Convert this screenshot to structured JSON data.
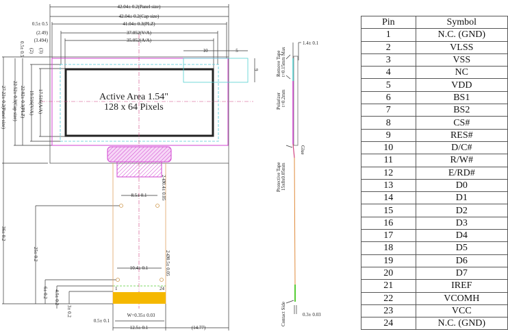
{
  "front_view": {
    "active_area_title": "Active Area 1.54\"",
    "pixels": "128 x 64 Pixels",
    "dims": {
      "panel_w": "42.04± 0.2(Panel size)",
      "cap_w": "42.04± 0.2(Cap size)",
      "plz_w": "41.04± 0.3(PLZ)",
      "va_w": "37.052(V/A)",
      "aa_w": "35.052(A/A)",
      "off_05": "0.5± 0.5",
      "off_249": "(2.49)",
      "off_3494": "(3.494)",
      "tape_10": "10",
      "tape_5": "5",
      "tape_9": "9",
      "v_off_05": "0.5± 0.5",
      "v_2": "(2)",
      "v_3": "(3)",
      "panel_h": "27.22± 0.2(Panel size)",
      "cap_h": "22.52± 0.3(Cap size)",
      "plz_h": "22.02± 0.3(PLZ)",
      "va_h": "19.516(V/A)",
      "aa_h": "17.516(A/A)",
      "total_h": "36± 0.2",
      "h_25": "25± 0.2",
      "h_6": "6± 0.2",
      "h_45": "4.5± 0.2",
      "h_3": "3± 0.2",
      "hole_top": "8.5± 0.1",
      "hole_bot": "10.4± 0.1",
      "hole_dia_top": "2-Ø0.4± 0.05",
      "hole_dia_bot": "2-Ø0.5± 0.05",
      "pin_first": "1",
      "pin_last": "24",
      "pitch": "W=0.35± 0.03",
      "edge": "0.5± 0.1",
      "fpc_w": "12.5± 0.1",
      "right_off": "(14.77)"
    }
  },
  "side_view": {
    "thickness": "1.4± 0.1",
    "remove_tape": [
      "Remove Tape",
      "t=0.15mm Max"
    ],
    "polarizer": [
      "Polarizer",
      "t=0.2mm"
    ],
    "glue": "Glue",
    "protective_tape": [
      "Protective Tape",
      "15x8x0.05mm"
    ],
    "contact_side": "Contact Side",
    "fpc_thickness": "0.3± 0.03"
  },
  "pin_table": {
    "headers": [
      "Pin",
      "Symbol"
    ],
    "rows": [
      [
        "1",
        "N.C. (GND)"
      ],
      [
        "2",
        "VLSS"
      ],
      [
        "3",
        "VSS"
      ],
      [
        "4",
        "NC"
      ],
      [
        "5",
        "VDD"
      ],
      [
        "6",
        "BS1"
      ],
      [
        "7",
        "BS2"
      ],
      [
        "8",
        "CS#"
      ],
      [
        "9",
        "RES#"
      ],
      [
        "10",
        "D/C#"
      ],
      [
        "11",
        "R/W#"
      ],
      [
        "12",
        "E/RD#"
      ],
      [
        "13",
        "D0"
      ],
      [
        "14",
        "D1"
      ],
      [
        "15",
        "D2"
      ],
      [
        "16",
        "D3"
      ],
      [
        "17",
        "D4"
      ],
      [
        "18",
        "D5"
      ],
      [
        "19",
        "D6"
      ],
      [
        "20",
        "D7"
      ],
      [
        "21",
        "IREF"
      ],
      [
        "22",
        "VCOMH"
      ],
      [
        "23",
        "VCC"
      ],
      [
        "24",
        "N.C. (GND)"
      ]
    ]
  },
  "colors": {
    "polarizer": "#d040d0",
    "tape": "#50d0d0",
    "fpc": "#e08a3a",
    "contact": "#f5b800",
    "stiffener": "#55cc33"
  }
}
